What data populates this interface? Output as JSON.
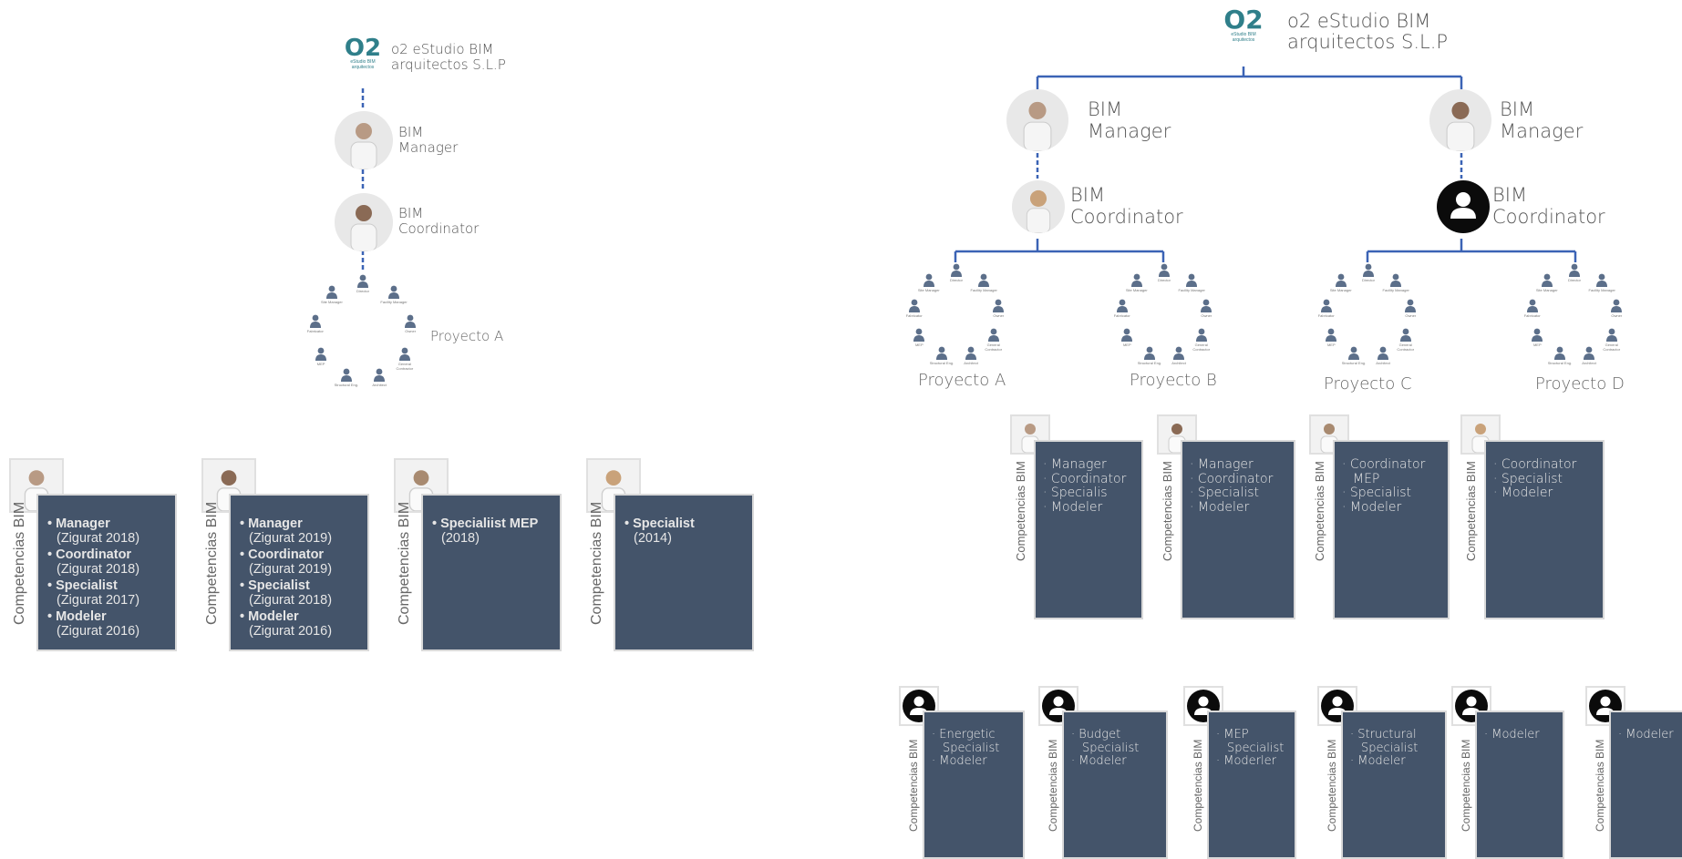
{
  "org": {
    "name_line1": "o2 eStudio BIM",
    "name_line2": "arquitectos S.L.P",
    "logo_mark": "O2",
    "logo_sub1": "eStudio BIM",
    "logo_sub2": "arquitectos"
  },
  "left_diagram": {
    "manager": [
      "BIM",
      "Manager"
    ],
    "coordinator": [
      "BIM",
      "Coordinator"
    ],
    "project": "Proyecto A"
  },
  "right_diagram": {
    "managers": [
      [
        "BIM",
        "Manager"
      ],
      [
        "BIM",
        "Manager"
      ]
    ],
    "coordinators": [
      [
        "BIM",
        "Coordinator"
      ],
      [
        "BIM",
        "Coordinator"
      ]
    ],
    "projects": [
      "Proyecto A",
      "Proyecto B",
      "Proyecto C",
      "Proyecto D"
    ]
  },
  "team_roles": [
    "Director",
    "Facility Manager",
    "Owner",
    "General Contractor",
    "Architect",
    "Structural Eng.",
    "MEP",
    "Fabricator",
    "Site Manager"
  ],
  "side_label": "Competencias BIM",
  "left_cards": [
    {
      "items": [
        [
          "Manager",
          "(Zigurat 2018)"
        ],
        [
          "Coordinator",
          "(Zigurat 2018)"
        ],
        [
          "Specialist",
          "(Zigurat 2017)"
        ],
        [
          "Modeler",
          "(Zigurat 2016)"
        ]
      ]
    },
    {
      "items": [
        [
          "Manager",
          "(Zigurat 2019)"
        ],
        [
          "Coordinator",
          "(Zigurat 2019)"
        ],
        [
          "Specialist",
          "(Zigurat 2018)"
        ],
        [
          "Modeler",
          "(Zigurat 2016)"
        ]
      ]
    },
    {
      "items": [
        [
          "Specialiist MEP",
          "(2018)"
        ]
      ]
    },
    {
      "items": [
        [
          "Specialist",
          "(2014)"
        ]
      ]
    }
  ],
  "right_cards_row1": [
    {
      "items": [
        "Manager",
        "Coordinator",
        "Specialis",
        "Modeler"
      ]
    },
    {
      "items": [
        "Manager",
        "Coordinator",
        "Specialist",
        "Modeler"
      ]
    },
    {
      "items": [
        "Coordinator MEP",
        "Specialist",
        "Modeler"
      ]
    },
    {
      "items": [
        "Coordinator",
        "Specialist",
        "Modeler"
      ]
    }
  ],
  "right_cards_row2": [
    {
      "items": [
        "Energetic Specialist",
        "Modeler"
      ]
    },
    {
      "items": [
        "Budget Specialist",
        "Modeler"
      ]
    },
    {
      "items": [
        "MEP Specialist",
        "Moderler"
      ]
    },
    {
      "items": [
        "Structural Specialist",
        "Modeler"
      ]
    },
    {
      "items": [
        "Modeler"
      ]
    },
    {
      "items": [
        "Modeler"
      ]
    }
  ],
  "colors": {
    "card": "#44546a",
    "line": "#3b63b5",
    "avatar_dark": "#0b0b0b",
    "person_icon": "#5c6f8a"
  }
}
